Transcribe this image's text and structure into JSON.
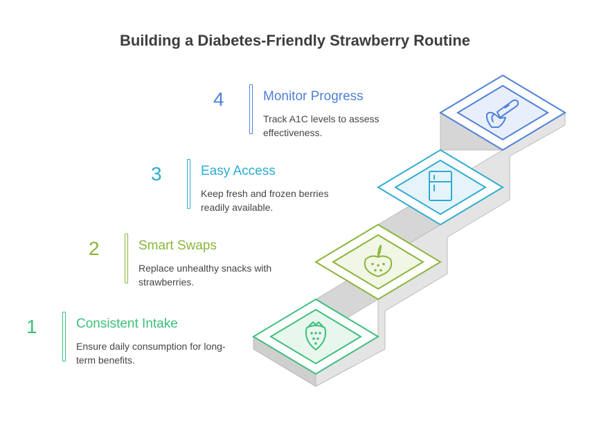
{
  "title": "Building a Diabetes-Friendly Strawberry Routine",
  "steps": [
    {
      "number": "1",
      "heading": "Consistent Intake",
      "description": "Ensure daily consumption for long-term benefits.",
      "color": "#3cbf7a",
      "icon": "strawberry-icon"
    },
    {
      "number": "2",
      "heading": "Smart Swaps",
      "description": "Replace unhealthy snacks with strawberries.",
      "color": "#8ab53a",
      "icon": "berry-swap-icon"
    },
    {
      "number": "3",
      "heading": "Easy Access",
      "description": "Keep fresh and frozen berries readily available.",
      "color": "#2eabd1",
      "icon": "refrigerator-icon"
    },
    {
      "number": "4",
      "heading": "Monitor Progress",
      "description": "Track A1C levels to assess effectiveness.",
      "color": "#4f80d9",
      "icon": "glucose-meter-icon"
    }
  ]
}
